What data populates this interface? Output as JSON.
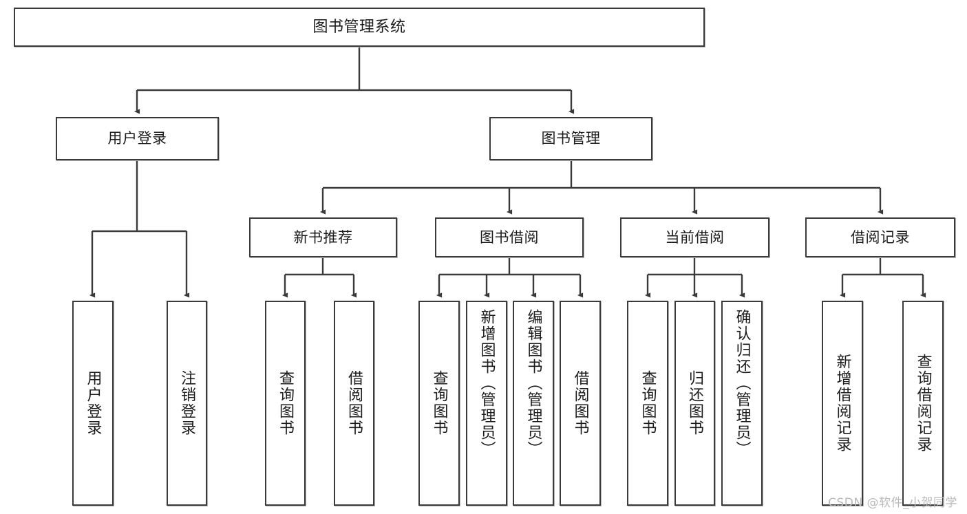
{
  "diagram": {
    "title": "图书管理系统",
    "watermark": "CSDN @软件_小贺同学",
    "stroke_color": "#3a3a3a",
    "background_color": "#ffffff",
    "text_color": "#1c1c1c",
    "watermark_color": "#b9b9b9",
    "root": {
      "label": "图书管理系统"
    },
    "level2": [
      {
        "label": "用户登录"
      },
      {
        "label": "图书管理"
      }
    ],
    "level3": [
      {
        "label": "新书推荐"
      },
      {
        "label": "图书借阅"
      },
      {
        "label": "当前借阅"
      },
      {
        "label": "借阅记录"
      }
    ],
    "leaves": {
      "user_login": [
        {
          "label": "用户登录"
        },
        {
          "label": "注销登录"
        }
      ],
      "new_book_recommend": [
        {
          "label": "查询图书"
        },
        {
          "label": "借阅图书"
        }
      ],
      "book_borrow": [
        {
          "label": "查询图书"
        },
        {
          "label": "新增图书（管理员）"
        },
        {
          "label": "编辑图书（管理员）"
        },
        {
          "label": "借阅图书"
        }
      ],
      "current_borrow": [
        {
          "label": "查询图书"
        },
        {
          "label": "归还图书"
        },
        {
          "label": "确认归还（管理员）"
        }
      ],
      "borrow_record": [
        {
          "label": "新增借阅记录"
        },
        {
          "label": "查询借阅记录"
        }
      ]
    }
  }
}
